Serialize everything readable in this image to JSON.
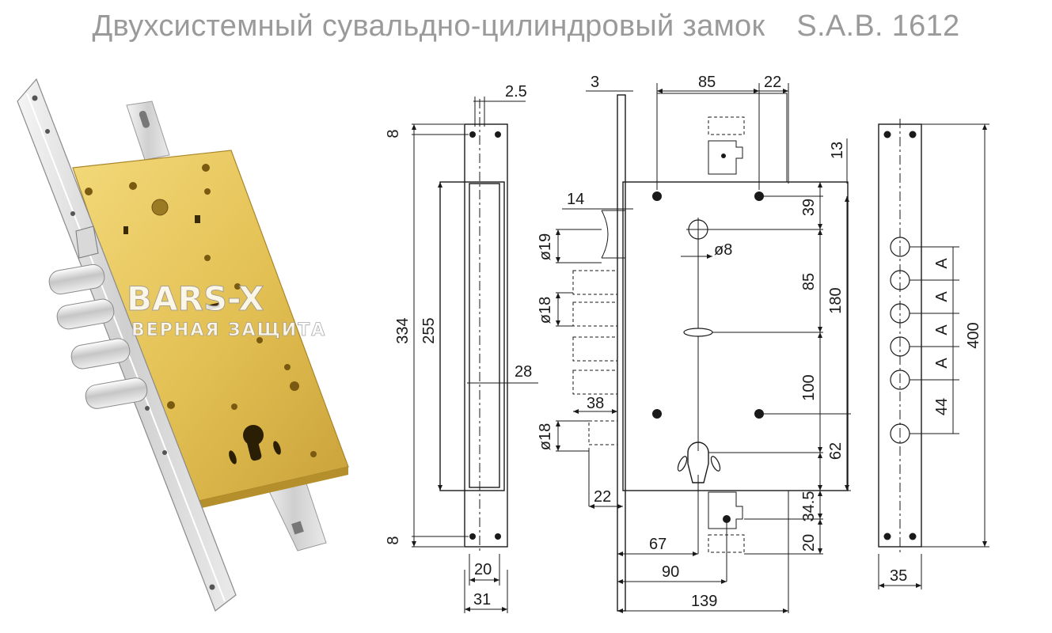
{
  "header": {
    "title": "Двухсистемный сувальдно-цилиндровый замок",
    "model": "S.A.B. 1612"
  },
  "watermark": {
    "brand": "BARS-X",
    "tagline": "ВЕРНАЯ ЗАЩИТА"
  },
  "drawing": {
    "front_view": {
      "top_offset": "8",
      "bottom_offset": "8",
      "faceplate_length": "334",
      "body_height": "255",
      "faceplate_thickness": "2.5",
      "inner_width": "20",
      "outer_width": "31",
      "side_depth": "28"
    },
    "side_view": {
      "faceplate_thickness": "3",
      "bolt_spacing_top": "85",
      "top_right_offset": "22",
      "top_margin": "13",
      "latch_depth": "14",
      "latch_diameter": "ø19",
      "bolt_diameter_upper": "ø18",
      "bolt_diameter_lower": "ø18",
      "bolt_block": "38",
      "lower_offset": "22",
      "spindle_diameter": "ø8",
      "vert_39": "39",
      "vert_85": "85",
      "vert_180": "180",
      "vert_100": "100",
      "vert_62": "62",
      "vert_34_5": "34.5",
      "vert_20": "20",
      "backset_67": "67",
      "backset_90": "90",
      "total_width": "139"
    },
    "strike_view": {
      "spacing_label": "A",
      "last_spacing": "44",
      "length": "400",
      "width": "35"
    }
  },
  "colors": {
    "body_gold": "#e2bf52",
    "faceplate_steel": "#d8d8d8",
    "line": "#1a1a1a",
    "title_gray": "#9a9a9a"
  }
}
